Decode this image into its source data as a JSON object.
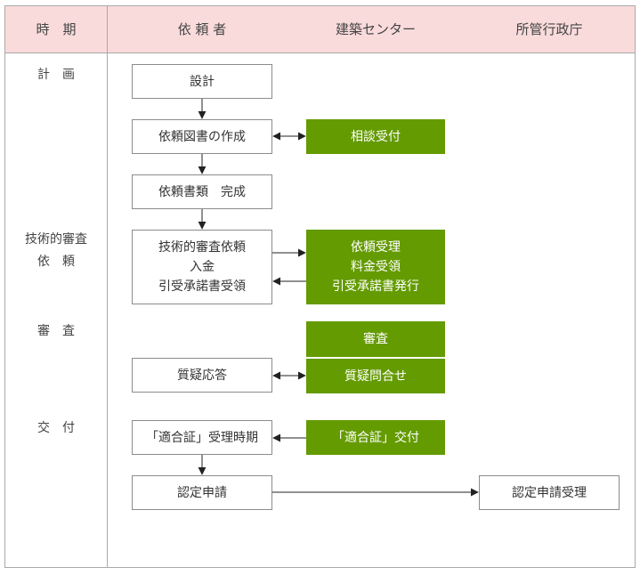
{
  "header": {
    "col_period": "時　期",
    "col_requester": "依 頼 者",
    "col_center": "建築センター",
    "col_admin": "所管行政庁"
  },
  "periods": {
    "plan": "計　画",
    "tech_review_request_line1": "技術的審査",
    "tech_review_request_line2": "依　頼",
    "review": "審　査",
    "issue": "交　付"
  },
  "requester_steps": {
    "design": "設計",
    "drawings": "依頼図書の作成",
    "documents_done": "依頼書類　完成",
    "tech_request_line1": "技術的審査依頼",
    "tech_request_line2": "入金",
    "tech_request_line3": "引受承諾書受領",
    "qa_answer": "質疑応答",
    "cert_receive": "「適合証」受理時期",
    "cert_apply": "認定申請"
  },
  "center_steps": {
    "consult": "相談受付",
    "accept_line1": "依頼受理",
    "accept_line2": "料金受領",
    "accept_line3": "引受承諾書発行",
    "review": "審査",
    "qa_inquiry": "質疑問合せ",
    "cert_issue": "「適合証」交付"
  },
  "admin_steps": {
    "cert_apply_receive": "認定申請受理"
  },
  "colors": {
    "header_bg": "#fadbdb",
    "green": "#649b00",
    "border": "#a9a9a9"
  }
}
